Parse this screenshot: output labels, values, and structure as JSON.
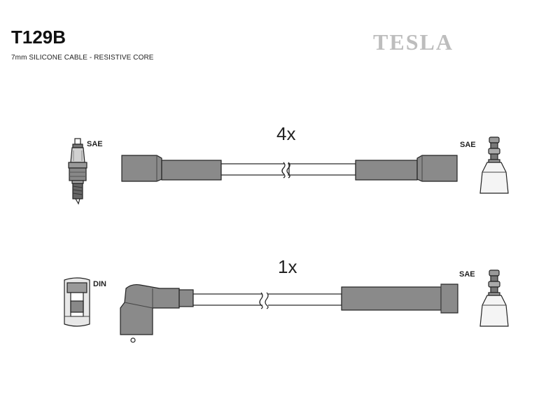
{
  "header": {
    "part_number": "T129B",
    "subtitle": "7mm SILICONE CABLE - RESISTIVE CORE",
    "brand": "TESLA"
  },
  "cable_sets": [
    {
      "quantity": "4x",
      "left_connector": {
        "label": "SAE",
        "type": "spark-plug"
      },
      "right_connector": {
        "label": "SAE",
        "type": "coil-terminal"
      }
    },
    {
      "quantity": "1x",
      "left_connector": {
        "label": "DIN",
        "type": "din-socket"
      },
      "right_connector": {
        "label": "SAE",
        "type": "coil-terminal"
      }
    }
  ],
  "colors": {
    "boot_fill": "#8a8a8a",
    "outline": "#222222",
    "brand_gray": "#bdbdbd"
  }
}
